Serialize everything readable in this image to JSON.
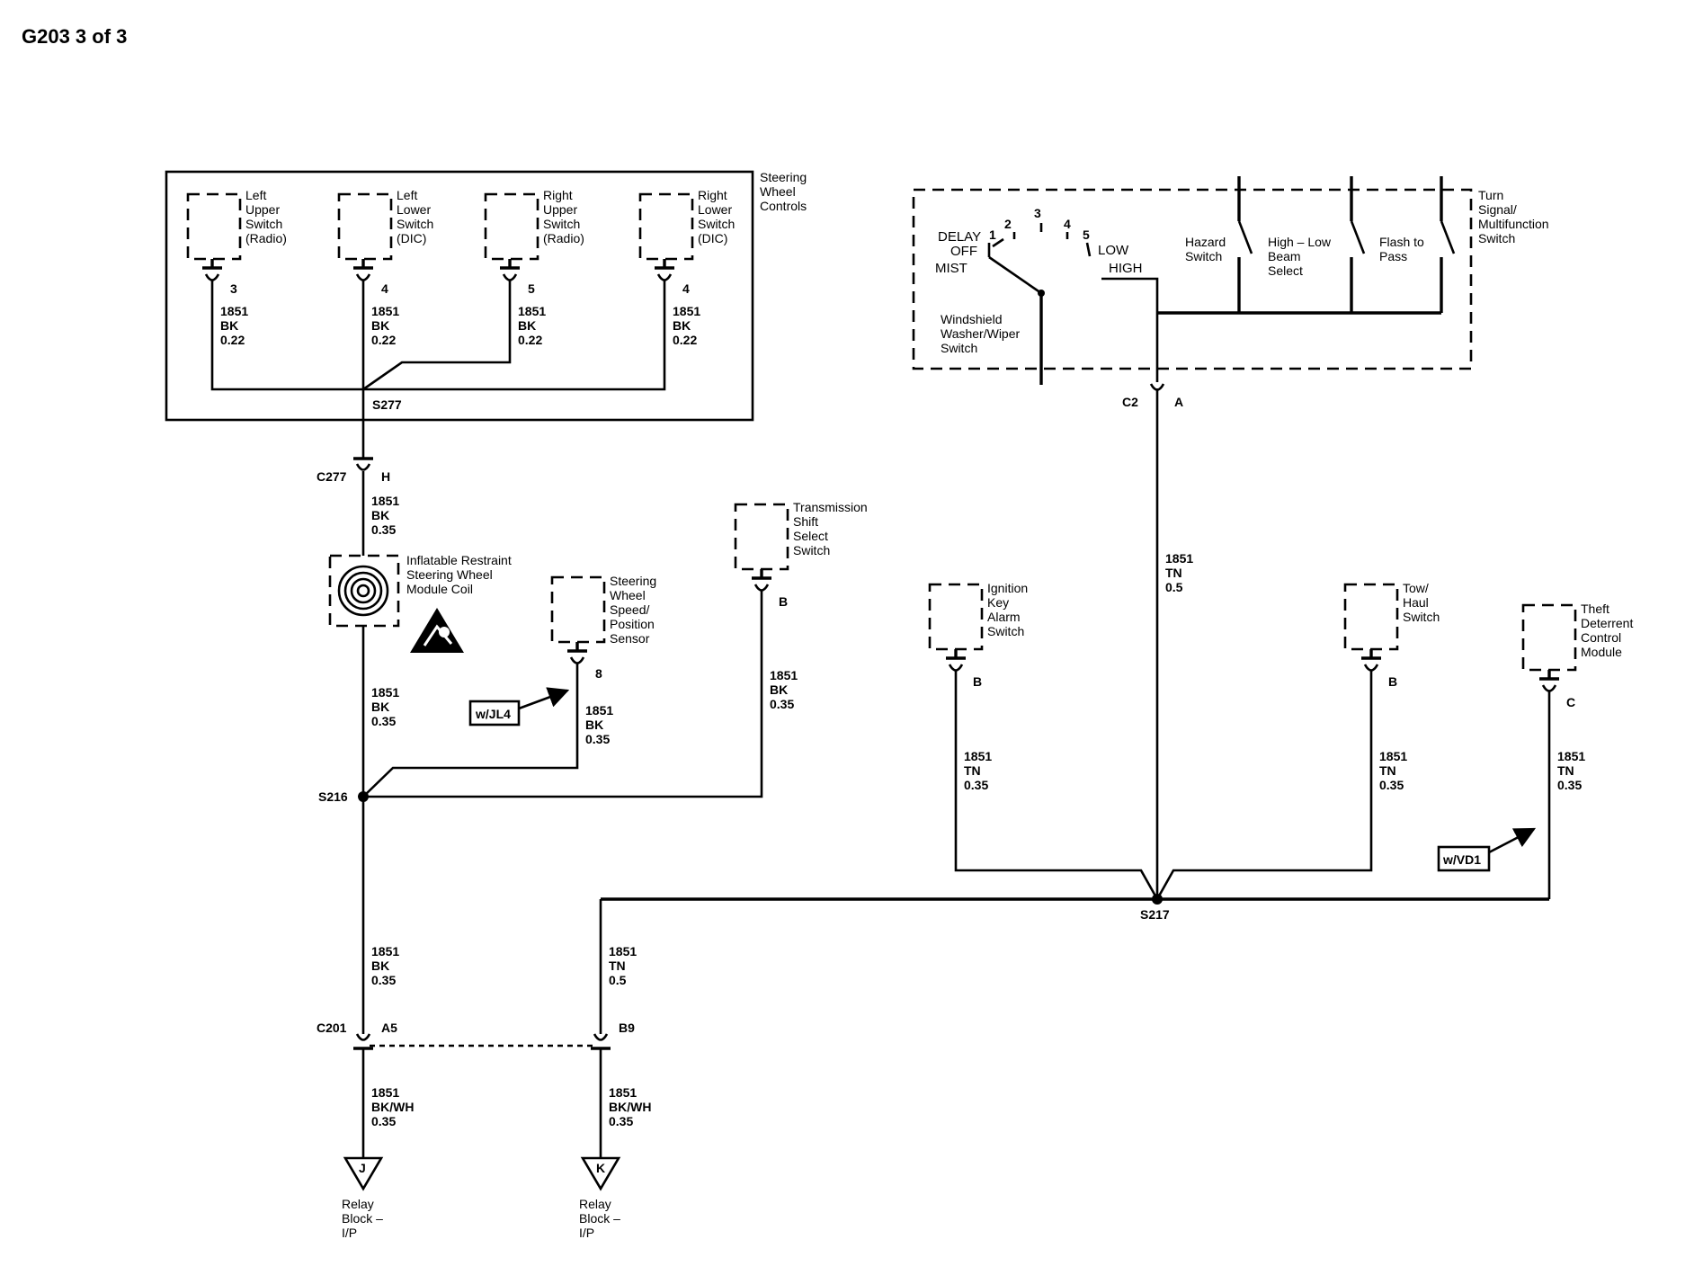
{
  "title": "G203 3 of 3",
  "steering_wheel_controls": {
    "label": [
      "Steering",
      "Wheel",
      "Controls"
    ],
    "switches": [
      {
        "name": [
          "Left",
          "Upper",
          "Switch",
          "(Radio)"
        ],
        "pin": "3",
        "wire": [
          "1851",
          "BK",
          "0.22"
        ]
      },
      {
        "name": [
          "Left",
          "Lower",
          "Switch",
          "(DIC)"
        ],
        "pin": "4",
        "wire": [
          "1851",
          "BK",
          "0.22"
        ]
      },
      {
        "name": [
          "Right",
          "Upper",
          "Switch",
          "(Radio)"
        ],
        "pin": "5",
        "wire": [
          "1851",
          "BK",
          "0.22"
        ]
      },
      {
        "name": [
          "Right",
          "Lower",
          "Switch",
          "(DIC)"
        ],
        "pin": "4",
        "wire": [
          "1851",
          "BK",
          "0.22"
        ]
      }
    ],
    "splice": "S277"
  },
  "c277": {
    "connector": "C277",
    "pin": "H",
    "wire": [
      "1851",
      "BK",
      "0.35"
    ]
  },
  "coil": {
    "label": [
      "Inflatable Restraint",
      "Steering Wheel",
      "Module Coil"
    ],
    "wire_below": [
      "1851",
      "BK",
      "0.35"
    ]
  },
  "sws_sensor": {
    "label": [
      "Steering",
      "Wheel",
      "Speed/",
      "Position",
      "Sensor"
    ],
    "pin": "8",
    "wire": [
      "1851",
      "BK",
      "0.35"
    ],
    "option": "w/JL4"
  },
  "trans_switch": {
    "label": [
      "Transmission",
      "Shift",
      "Select",
      "Switch"
    ],
    "pin": "B",
    "wire": [
      "1851",
      "BK",
      "0.35"
    ]
  },
  "s216": "S216",
  "left_lower_wire": [
    "1851",
    "BK",
    "0.35"
  ],
  "center_lower_wire": [
    "1851",
    "TN",
    "0.5"
  ],
  "c201": {
    "connector": "C201",
    "pin_a": "A5",
    "pin_b": "B9"
  },
  "out_wires": [
    [
      "1851",
      "BK/WH",
      "0.35"
    ],
    [
      "1851",
      "BK/WH",
      "0.35"
    ]
  ],
  "relay": [
    {
      "letter": "J",
      "label": [
        "Relay",
        "Block –",
        "I/P"
      ]
    },
    {
      "letter": "K",
      "label": [
        "Relay",
        "Block –",
        "I/P"
      ]
    }
  ],
  "multifunction": {
    "label": [
      "Turn",
      "Signal/",
      "Multifunction",
      "Switch"
    ],
    "wiper": {
      "positions": [
        "1",
        "2",
        "3",
        "4",
        "5"
      ],
      "delay": "DELAY",
      "off": "OFF",
      "mist": "MIST",
      "low": "LOW",
      "high": "HIGH",
      "label": [
        "Windshield",
        "Washer/Wiper",
        "Switch"
      ]
    },
    "hazard": [
      "Hazard",
      "Switch"
    ],
    "beam": [
      "High – Low",
      "Beam",
      "Select"
    ],
    "flash": [
      "Flash to",
      "Pass"
    ],
    "connector": "C2",
    "pin": "A"
  },
  "c2_wire": [
    "1851",
    "TN",
    "0.5"
  ],
  "ignition": {
    "label": [
      "Ignition",
      "Key",
      "Alarm",
      "Switch"
    ],
    "pin": "B",
    "wire": [
      "1851",
      "TN",
      "0.35"
    ]
  },
  "tow": {
    "label": [
      "Tow/",
      "Haul",
      "Switch"
    ],
    "pin": "B",
    "wire": [
      "1851",
      "TN",
      "0.35"
    ]
  },
  "theft": {
    "label": [
      "Theft",
      "Deterrent",
      "Control",
      "Module"
    ],
    "pin": "C",
    "wire": [
      "1851",
      "TN",
      "0.35"
    ],
    "option": "w/VD1"
  },
  "s217": "S217"
}
